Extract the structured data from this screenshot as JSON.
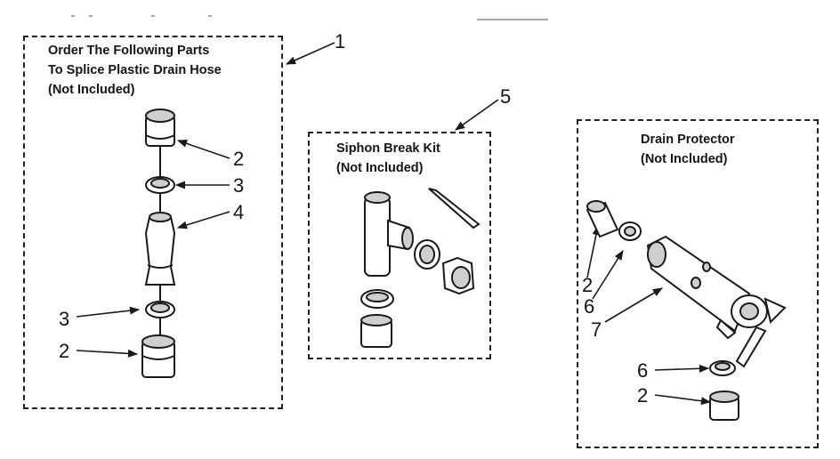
{
  "panel1": {
    "title_lines": [
      "Order The Following Parts",
      "To Splice Plastic Drain Hose",
      "(Not Included)"
    ],
    "ref": "1",
    "callouts": [
      "2",
      "3",
      "4",
      "3",
      "2"
    ]
  },
  "panel2": {
    "title_lines": [
      "Siphon Break Kit",
      "(Not Included)"
    ],
    "ref": "5"
  },
  "panel3": {
    "title_lines": [
      "Drain Protector",
      "(Not Included)"
    ],
    "callouts": [
      "2",
      "6",
      "7",
      "6",
      "2"
    ]
  }
}
